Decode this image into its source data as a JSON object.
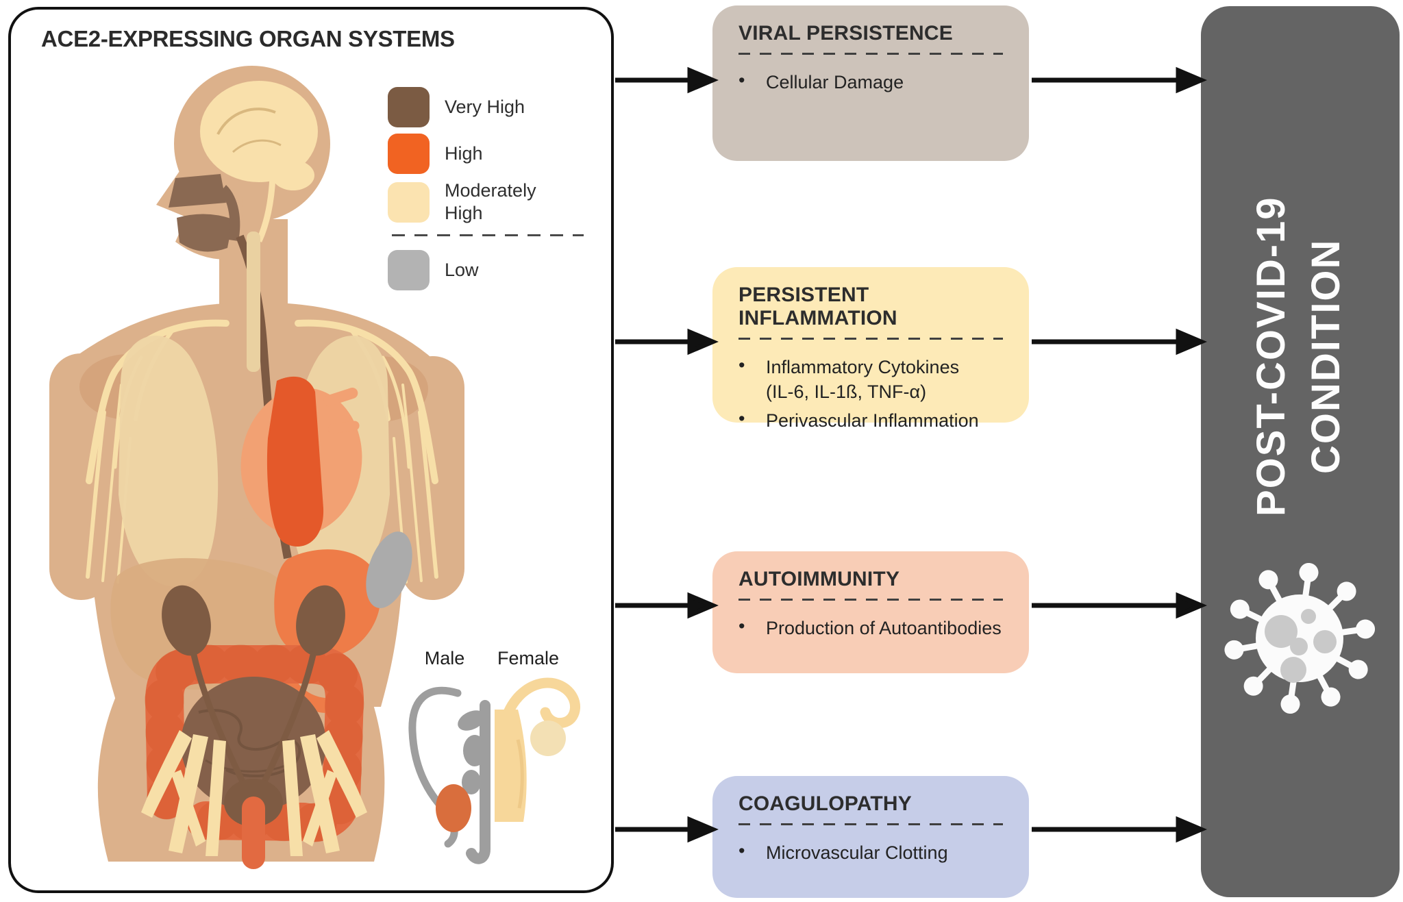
{
  "panel": {
    "title": "ACE2-EXPRESSING ORGAN SYSTEMS",
    "legend": {
      "items": [
        {
          "label": "Very High",
          "color": "#7b5b43"
        },
        {
          "label": "High",
          "color": "#f16322"
        },
        {
          "label": "Moderately High",
          "color": "#fbe3b0"
        },
        {
          "label": "Low",
          "color": "#b3b3b3"
        }
      ]
    },
    "inset": {
      "male_label": "Male",
      "female_label": "Female"
    }
  },
  "mechanism_boxes": [
    {
      "title": "VIRAL PERSISTENCE",
      "bg": "#cdc3ba",
      "bullets": [
        "Cellular Damage"
      ]
    },
    {
      "title": "PERSISTENT INFLAMMATION",
      "bg": "#fdeab7",
      "bullets": [
        "Inflammatory Cytokines\n(IL-6, IL-1ß, TNF-α)",
        "Perivascular Inflammation"
      ]
    },
    {
      "title": "AUTOIMMUNITY",
      "bg": "#f8cdb6",
      "bullets": [
        "Production of Autoantibodies"
      ]
    },
    {
      "title": "COAGULOPATHY",
      "bg": "#c6cde8",
      "bullets": [
        "Microvascular Clotting"
      ]
    }
  ],
  "outcome": {
    "title_line1": "POST-COVID-19",
    "title_line2": "CONDITION",
    "bg": "#646464",
    "icon": "coronavirus-icon",
    "text_color": "#fdfdfd"
  }
}
